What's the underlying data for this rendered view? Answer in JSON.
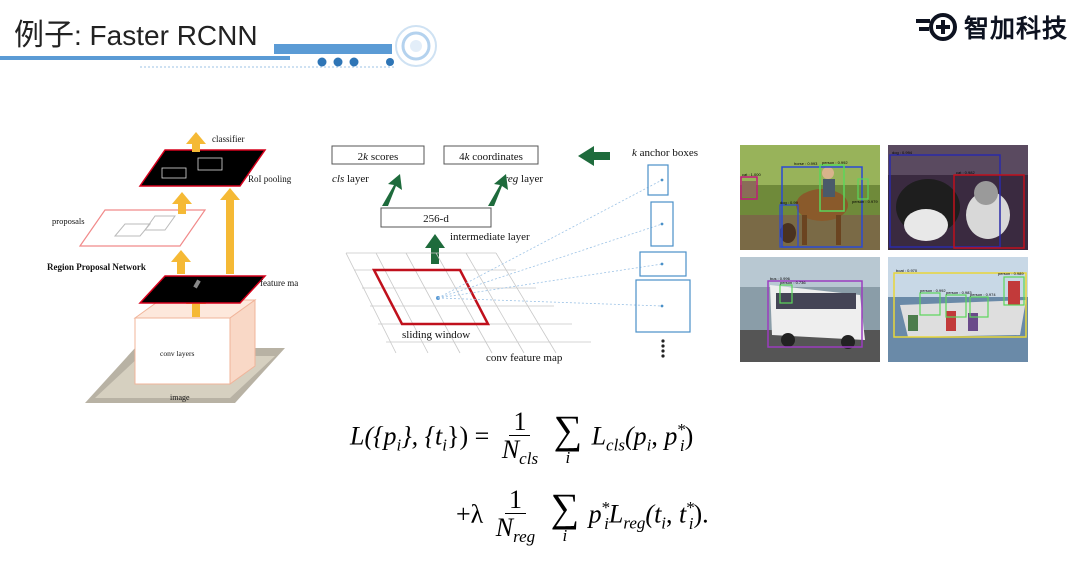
{
  "slide": {
    "title_cjk": "例子",
    "title_latin": ": Faster RCNN",
    "brand_name": "智加科技",
    "brand_logo": "plus-robot-logo",
    "accent_color": "#5b9bd5",
    "brand_color": "#0d1220"
  },
  "figure_left": {
    "classifier": "classifier",
    "roi_pooling": "RoI pooling",
    "proposals": "proposals",
    "rpn": "Region Proposal Network",
    "feature_maps": "feature ma",
    "conv_layers": "conv layers",
    "image": "image"
  },
  "figure_middle": {
    "scores_prefix": "2",
    "scores_k": "k",
    "scores_suffix": " scores",
    "coords_prefix": "4",
    "coords_k": "k",
    "coords_suffix": " coordinates",
    "cls_prefix": "cls",
    "cls_suffix": " layer",
    "reg_prefix": "reg",
    "reg_suffix": " layer",
    "intermediate": "256-d",
    "intermediate_label": "intermediate layer",
    "sliding_window": "sliding window",
    "conv_feature_map": "conv feature map",
    "anchor_k": "k",
    "anchor_suffix": " anchor boxes"
  },
  "figure_right": {
    "tags": {
      "cat1": "cat : 1.000",
      "person1": "person : 0.992",
      "horse": "horse : 0.993",
      "dog1": "dog : 0.99",
      "person2": "person : 0.979",
      "dog2": "dog : 0.994",
      "cat2": "cat : 0.982",
      "bus": "bus : 0.996",
      "person3": "person : 0.736",
      "boat": "boat : 0.970",
      "person4": "person : 0.992",
      "person5": "person : 0.983",
      "person6": "person : 0.974",
      "person7": "person : 0.989"
    }
  },
  "formula": {
    "line1_lhs": "L({p",
    "line1_mid": "}, {t",
    "line1_rhs": "}) =",
    "num": "1",
    "den1_N": "N",
    "den1_sub": "cls",
    "sum_index": "i",
    "sum_sign": "∑",
    "L_cls": "L",
    "L_cls_sub": "cls",
    "L_cls_args": "(p",
    "pstar": "p",
    "line2_plus": "+λ",
    "den2_N": "N",
    "den2_sub": "reg",
    "L_reg": "L",
    "L_reg_sub": "reg",
    "L_reg_args": "(t",
    "tstar": "t",
    "end": ")."
  }
}
